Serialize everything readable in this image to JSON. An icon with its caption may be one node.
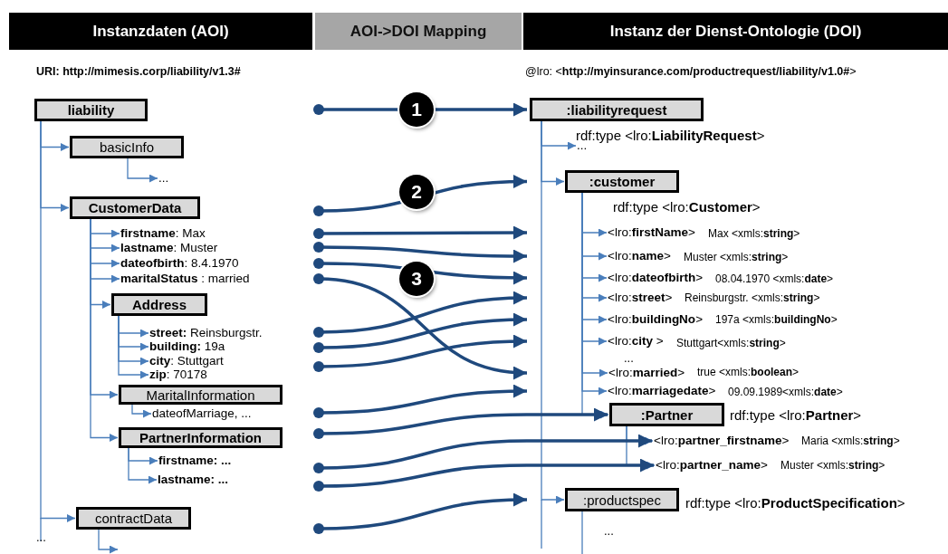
{
  "diagram": {
    "nodes": [
      {
        "text": [
          "Instanzdaten (AOI)"
        ]
      },
      {
        "text": [
          "AOI->DOI Mapping"
        ]
      },
      {
        "text": [
          "Instanz der Dienst-Ontologie (DOI)"
        ]
      },
      {
        "text": [
          "liability"
        ]
      },
      {
        "text": [
          "basicInfo"
        ]
      },
      {
        "text": [
          "..."
        ]
      },
      {
        "text": [
          "CustomerData"
        ]
      },
      {
        "text": [
          "**firstname**: Max"
        ]
      },
      {
        "text": [
          "**lastname**: Muster"
        ]
      },
      {
        "text": [
          "**dateofbirth**: 8.4.1970"
        ]
      },
      {
        "text": [
          "**maritalStatus** : married"
        ]
      },
      {
        "text": [
          "Address"
        ]
      },
      {
        "text": [
          "**street:** Reinsburgstr."
        ]
      },
      {
        "text": [
          "**building:** 19a"
        ]
      },
      {
        "text": [
          "**city**: Stuttgart"
        ]
      },
      {
        "text": [
          "**zip**: 70178"
        ]
      },
      {
        "text": [
          "MaritalInformation"
        ]
      },
      {
        "text": [
          "dateofMarriage, ..."
        ]
      },
      {
        "text": [
          "PartnerInformation"
        ]
      },
      {
        "text": [
          "firstname: ..."
        ]
      },
      {
        "text": [
          "lastname: ..."
        ]
      },
      {
        "text": [
          "contractData"
        ]
      },
      {
        "text": [
          ":liabilityrequest"
        ],
        "beside": [
          "rdf:type <lro:**LiabilityRequest**>"
        ]
      },
      {
        "text": [
          "..."
        ]
      },
      {
        "text": [
          ":customer"
        ],
        "beside": [
          "rdf:type <lro:**Customer**>"
        ]
      },
      {
        "text": [
          "<lro:**firstName**>"
        ],
        "beside": [
          "Max <xmls:**string**>"
        ]
      },
      {
        "text": [
          "<lro:**name**>"
        ],
        "beside": [
          "Muster <xmls:**string**>"
        ]
      },
      {
        "text": [
          "<lro:**dateofbirth**>"
        ],
        "beside": [
          "08.04.1970 <xmls:**date**>"
        ]
      },
      {
        "text": [
          "<lro:**street**>"
        ],
        "beside": [
          "Reinsburgstr. <xmls:**string**>"
        ]
      },
      {
        "text": [
          "<lro:**buildingNo**>"
        ],
        "beside": [
          "197a <xmls:**buildingNo**>"
        ]
      },
      {
        "text": [
          "<lro:**city** >"
        ],
        "beside": [
          "Stuttgart<xmls:**string**>"
        ]
      },
      {
        "text": [
          "<lro:**married**>"
        ],
        "beside": [
          "true <xmls:**boolean**>"
        ]
      },
      {
        "text": [
          "<lro:**marriagedate**>"
        ],
        "beside": [
          "09.09.1989<xmls:**date**>"
        ]
      },
      {
        "text": [
          ":Partner"
        ],
        "beside": [
          "rdf:type <lro:**Partner**>"
        ]
      },
      {
        "text": [
          "<lro:**partner_firstname**>"
        ],
        "beside": [
          "Maria <xmls:**string**>"
        ]
      },
      {
        "text": [
          "<lro:**partner_name**>"
        ],
        "beside": [
          "Muster <xmls:**string**>"
        ]
      },
      {
        "text": [
          ":productspec"
        ],
        "beside": [
          "rdf:type <lro:**ProductSpecification**>"
        ]
      }
    ],
    "edges": [
      {
        "from": 3,
        "to": 4,
        "arrow": "to"
      },
      {
        "from": 4,
        "to": 5,
        "arrow": "to"
      },
      {
        "from": 3,
        "to": 6,
        "arrow": "to"
      },
      {
        "from": 6,
        "to": 7,
        "arrow": "to"
      },
      {
        "from": 6,
        "to": 8,
        "arrow": "to"
      },
      {
        "from": 6,
        "to": 9,
        "arrow": "to"
      },
      {
        "from": 6,
        "to": 10,
        "arrow": "to"
      },
      {
        "from": 6,
        "to": 11,
        "arrow": "to"
      },
      {
        "from": 11,
        "to": 12,
        "arrow": "to"
      },
      {
        "from": 11,
        "to": 13,
        "arrow": "to"
      },
      {
        "from": 11,
        "to": 14,
        "arrow": "to"
      },
      {
        "from": 11,
        "to": 15,
        "arrow": "to"
      },
      {
        "from": 6,
        "to": 16,
        "arrow": "to"
      },
      {
        "from": 16,
        "to": 17,
        "arrow": "to"
      },
      {
        "from": 6,
        "to": 18,
        "arrow": "to"
      },
      {
        "from": 18,
        "to": 19,
        "arrow": "to"
      },
      {
        "from": 18,
        "to": 20,
        "arrow": "to"
      },
      {
        "from": 3,
        "to": 21,
        "arrow": "to"
      },
      {
        "from": 21,
        "to": null,
        "arrow": "to"
      },
      {
        "from": 22,
        "to": 23,
        "arrow": "to"
      },
      {
        "from": 22,
        "to": 24,
        "arrow": "to"
      },
      {
        "from": 24,
        "to": 25,
        "arrow": "to"
      },
      {
        "from": 24,
        "to": 26,
        "arrow": "to"
      },
      {
        "from": 24,
        "to": 27,
        "arrow": "to"
      },
      {
        "from": 24,
        "to": 28,
        "arrow": "to"
      },
      {
        "from": 24,
        "to": 29,
        "arrow": "to"
      },
      {
        "from": 24,
        "to": 30,
        "arrow": "to"
      },
      {
        "from": 24,
        "to": 31,
        "arrow": "to"
      },
      {
        "from": 24,
        "to": 32,
        "arrow": "to"
      },
      {
        "from": 24,
        "to": 33,
        "arrow": "to"
      },
      {
        "from": 33,
        "to": 34,
        "arrow": "to"
      },
      {
        "from": 33,
        "to": 35,
        "arrow": "to"
      },
      {
        "from": 22,
        "to": 36,
        "arrow": "to"
      },
      {
        "from": null,
        "to": 22,
        "arrow": "to",
        "style": "thick",
        "color": "#1f497d"
      },
      {
        "from": null,
        "to": 24,
        "arrow": "to",
        "style": "thick",
        "color": "#1f497d"
      },
      {
        "from": null,
        "to": 25,
        "arrow": "to",
        "style": "thick",
        "color": "#1f497d"
      },
      {
        "from": null,
        "to": 26,
        "arrow": "to",
        "style": "thick",
        "color": "#1f497d"
      },
      {
        "from": null,
        "to": 27,
        "arrow": "to",
        "style": "thick",
        "color": "#1f497d"
      },
      {
        "from": null,
        "to": 31,
        "arrow": "to",
        "style": "thick",
        "color": "#1f497d"
      },
      {
        "from": null,
        "to": 28,
        "arrow": "to",
        "style": "thick",
        "color": "#1f497d"
      },
      {
        "from": null,
        "to": 29,
        "arrow": "to",
        "style": "thick",
        "color": "#1f497d"
      },
      {
        "from": null,
        "to": 30,
        "arrow": "to",
        "style": "thick",
        "color": "#1f497d"
      },
      {
        "from": null,
        "to": 32,
        "arrow": "to",
        "style": "thick",
        "color": "#1f497d"
      },
      {
        "from": null,
        "to": 33,
        "arrow": "to",
        "style": "thick",
        "color": "#1f497d"
      },
      {
        "from": null,
        "to": 34,
        "arrow": "to",
        "style": "thick",
        "color": "#1f497d"
      },
      {
        "from": null,
        "to": 35,
        "arrow": "to",
        "style": "thick",
        "color": "#1f497d"
      },
      {
        "from": null,
        "to": 36,
        "arrow": "to",
        "style": "thick",
        "color": "#1f497d"
      }
    ],
    "labels": [
      "URI: http://mimesis.corp/liability/v1.3#",
      "@lro: <**http://myinsurance.com/productrequest/liability/v1.0#**>",
      "1",
      "2",
      "3",
      "...",
      "...",
      "..."
    ]
  }
}
